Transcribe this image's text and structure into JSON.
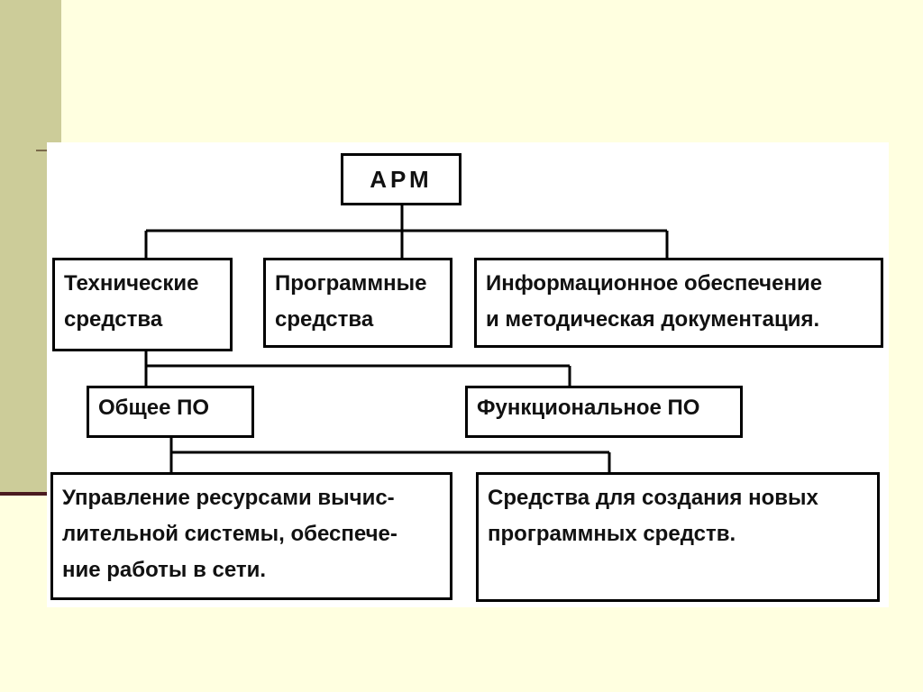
{
  "diagram": {
    "root": "АРМ",
    "level1": [
      "Технические\nсредства",
      "Программные\nсредства",
      "Информационное обеспечение\nи методическая документация."
    ],
    "level2": [
      "Общее ПО",
      "Функциональное ПО"
    ],
    "level3": [
      "Управление ресурсами вычис-\nлительной системы, обеспече-\nние работы в сети.",
      "Средства для создания новых\nпрограммных средств."
    ]
  }
}
